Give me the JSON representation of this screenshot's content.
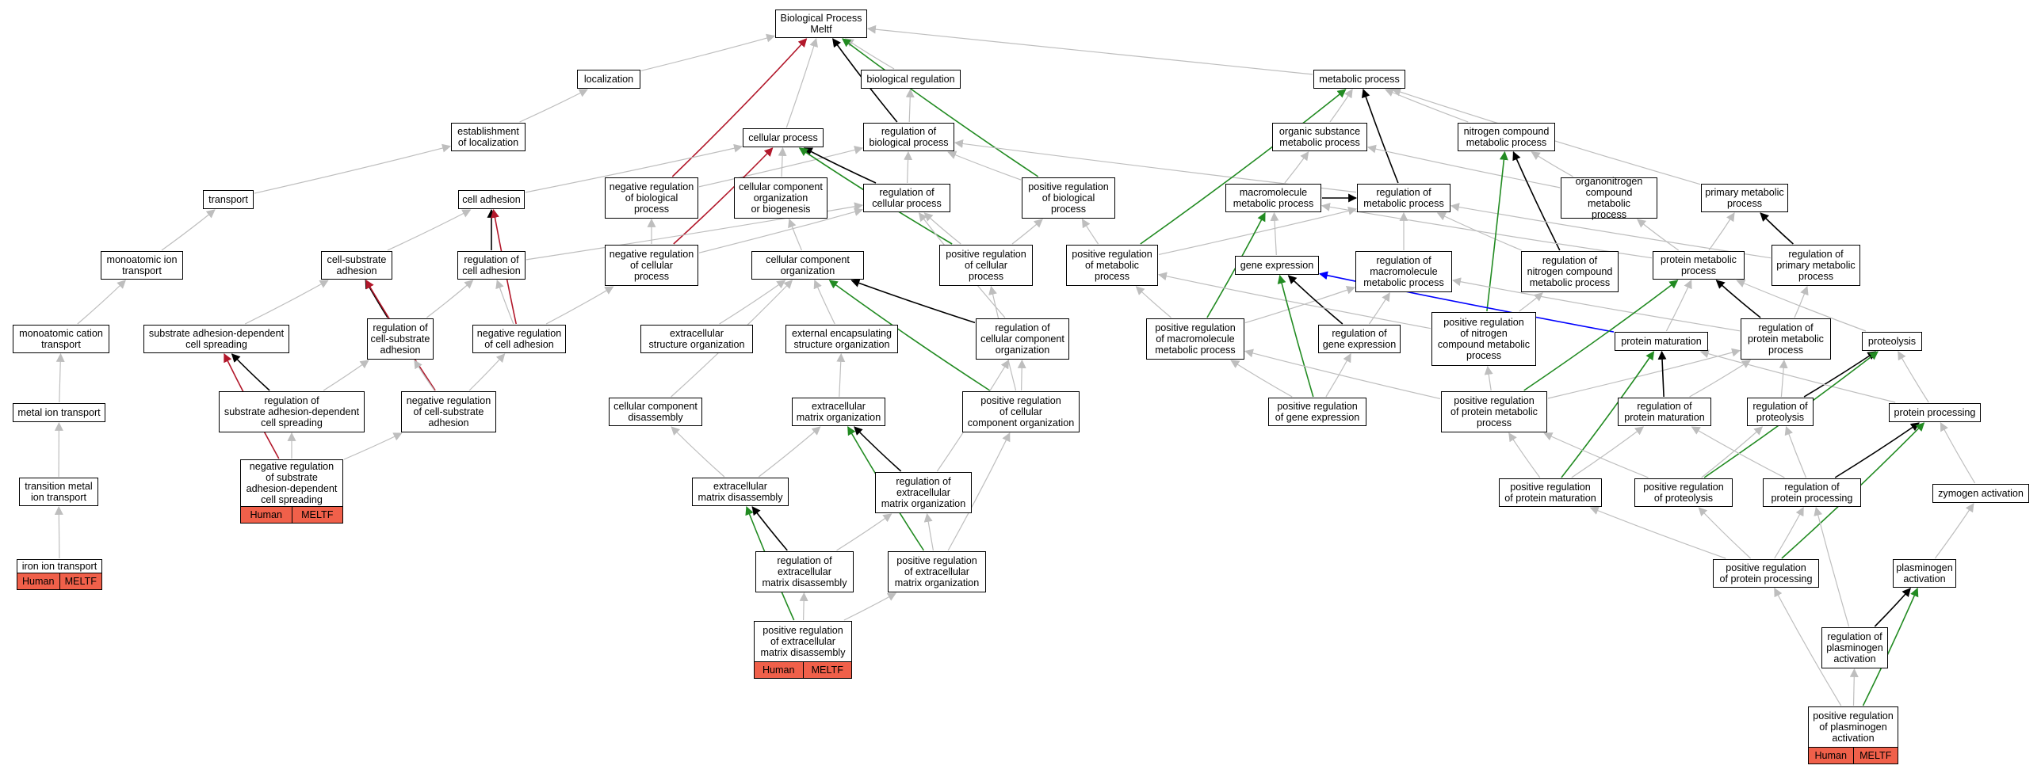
{
  "palette": {
    "gray": "#bebebe",
    "black": "#000000",
    "red": "#b2182b",
    "green": "#228b22",
    "blue": "#0000ff",
    "tag_fill": "#f0604a"
  },
  "nodes": [
    {
      "id": "bp",
      "label": "Biological Process\nMeltf"
    },
    {
      "id": "loc",
      "label": "localization"
    },
    {
      "id": "bioreg",
      "label": "biological regulation"
    },
    {
      "id": "metab",
      "label": "metabolic process"
    },
    {
      "id": "estloc",
      "label": "establishment\nof localization"
    },
    {
      "id": "cellproc",
      "label": "cellular process"
    },
    {
      "id": "regbio",
      "label": "regulation of\nbiological process"
    },
    {
      "id": "orgsub",
      "label": "organic substance\nmetabolic process"
    },
    {
      "id": "nitro",
      "label": "nitrogen compound\nmetabolic process"
    },
    {
      "id": "transport",
      "label": "transport"
    },
    {
      "id": "celladh",
      "label": "cell adhesion"
    },
    {
      "id": "negregbio",
      "label": "negative regulation\nof biological\nprocess"
    },
    {
      "id": "ccob",
      "label": "cellular component\norganization\nor biogenesis"
    },
    {
      "id": "regcell",
      "label": "regulation of\ncellular process"
    },
    {
      "id": "posregbio",
      "label": "positive regulation\nof biological\nprocess"
    },
    {
      "id": "macro",
      "label": "macromolecule\nmetabolic process"
    },
    {
      "id": "regmetab",
      "label": "regulation of\nmetabolic process"
    },
    {
      "id": "organo",
      "label": "organonitrogen\ncompound metabolic\nprocess"
    },
    {
      "id": "primary",
      "label": "primary metabolic\nprocess"
    },
    {
      "id": "monoion",
      "label": "monoatomic ion\ntransport"
    },
    {
      "id": "csadh",
      "label": "cell-substrate\nadhesion"
    },
    {
      "id": "regcelladh",
      "label": "regulation of\ncell adhesion"
    },
    {
      "id": "negregcell",
      "label": "negative regulation\nof cellular\nprocess"
    },
    {
      "id": "ccorg",
      "label": "cellular component\norganization"
    },
    {
      "id": "posregcell",
      "label": "positive regulation\nof cellular\nprocess"
    },
    {
      "id": "posregmetab",
      "label": "positive regulation\nof metabolic\nprocess"
    },
    {
      "id": "geneexp",
      "label": "gene expression"
    },
    {
      "id": "regmacro",
      "label": "regulation of\nmacromolecule\nmetabolic process"
    },
    {
      "id": "regnitro",
      "label": "regulation of\nnitrogen compound\nmetabolic process"
    },
    {
      "id": "protmetab",
      "label": "protein metabolic\nprocess"
    },
    {
      "id": "regprimary",
      "label": "regulation of\nprimary metabolic\nprocess"
    },
    {
      "id": "monocation",
      "label": "monoatomic cation\ntransport"
    },
    {
      "id": "sadcs",
      "label": "substrate adhesion-dependent\ncell spreading"
    },
    {
      "id": "regcsadh",
      "label": "regulation of\ncell-substrate\nadhesion"
    },
    {
      "id": "negregcelladh",
      "label": "negative regulation\nof cell adhesion"
    },
    {
      "id": "extstruct",
      "label": "extracellular\nstructure organization"
    },
    {
      "id": "extencap",
      "label": "external encapsulating\nstructure organization"
    },
    {
      "id": "regccorg",
      "label": "regulation of\ncellular component\norganization"
    },
    {
      "id": "posregmacro",
      "label": "positive regulation\nof macromolecule\nmetabolic process"
    },
    {
      "id": "reggeneexp",
      "label": "regulation of\ngene expression"
    },
    {
      "id": "posregnitro",
      "label": "positive regulation\nof nitrogen\ncompound metabolic\nprocess"
    },
    {
      "id": "protmat",
      "label": "protein maturation"
    },
    {
      "id": "regprotmetab",
      "label": "regulation of\nprotein metabolic\nprocess"
    },
    {
      "id": "proteolysis",
      "label": "proteolysis"
    },
    {
      "id": "metalion",
      "label": "metal ion transport"
    },
    {
      "id": "regsadcs",
      "label": "regulation of\nsubstrate adhesion-dependent\ncell spreading"
    },
    {
      "id": "negregcsadh",
      "label": "negative regulation\nof cell-substrate\nadhesion"
    },
    {
      "id": "ccdis",
      "label": "cellular component\ndisassembly"
    },
    {
      "id": "ecmorg",
      "label": "extracellular\nmatrix organization"
    },
    {
      "id": "posregccorg",
      "label": "positive regulation\nof cellular\ncomponent organization"
    },
    {
      "id": "posreggeneexp",
      "label": "positive regulation\nof gene expression"
    },
    {
      "id": "posregprotmetab",
      "label": "positive regulation\nof protein metabolic\nprocess"
    },
    {
      "id": "regprotmat",
      "label": "regulation of\nprotein maturation"
    },
    {
      "id": "regproteolysis",
      "label": "regulation of\nproteolysis"
    },
    {
      "id": "protproc",
      "label": "protein processing"
    },
    {
      "id": "transmetal",
      "label": "transition metal\nion transport"
    },
    {
      "id": "negregsadcs",
      "label": "negative regulation\nof substrate\nadhesion-dependent\ncell spreading"
    },
    {
      "id": "ecmdis",
      "label": "extracellular\nmatrix disassembly"
    },
    {
      "id": "regecm",
      "label": "regulation of\nextracellular\nmatrix organization"
    },
    {
      "id": "posregprotmat",
      "label": "positive regulation\nof protein maturation"
    },
    {
      "id": "posregproteolysis",
      "label": "positive regulation\nof proteolysis"
    },
    {
      "id": "regprotproc",
      "label": "regulation of\nprotein processing"
    },
    {
      "id": "zymogen",
      "label": "zymogen activation"
    },
    {
      "id": "ironion",
      "label": "iron ion transport"
    },
    {
      "id": "regecmdis",
      "label": "regulation of\nextracellular\nmatrix disassembly"
    },
    {
      "id": "posregecm",
      "label": "positive regulation\nof extracellular\nmatrix organization"
    },
    {
      "id": "posregprotproc",
      "label": "positive regulation\nof protein processing"
    },
    {
      "id": "plasminogen",
      "label": "plasminogen\nactivation"
    },
    {
      "id": "posregecmdis",
      "label": "positive regulation\nof extracellular\nmatrix disassembly"
    },
    {
      "id": "regplasm",
      "label": "regulation of\nplasminogen\nactivation"
    },
    {
      "id": "posregplasm",
      "label": "positive regulation\nof plasminogen\nactivation"
    }
  ],
  "annotations": [
    {
      "node": "ironion",
      "cells": [
        "Human",
        "MELTF"
      ]
    },
    {
      "node": "negregsadcs",
      "cells": [
        "Human",
        "MELTF"
      ]
    },
    {
      "node": "posregecmdis",
      "cells": [
        "Human",
        "MELTF"
      ]
    },
    {
      "node": "posregplasm",
      "cells": [
        "Human",
        "MELTF"
      ]
    }
  ],
  "edges": [
    [
      "loc",
      "bp",
      "gray"
    ],
    [
      "cellproc",
      "bp",
      "gray"
    ],
    [
      "bioreg",
      "bp",
      "gray"
    ],
    [
      "negregbio",
      "bp",
      "red"
    ],
    [
      "regbio",
      "bp",
      "black"
    ],
    [
      "posregbio",
      "bp",
      "green"
    ],
    [
      "metab",
      "bp",
      "gray"
    ],
    [
      "estloc",
      "loc",
      "gray"
    ],
    [
      "regbio",
      "bioreg",
      "gray"
    ],
    [
      "negregbio",
      "regbio",
      "gray"
    ],
    [
      "posregbio",
      "regbio",
      "gray"
    ],
    [
      "regcell",
      "regbio",
      "gray"
    ],
    [
      "regmetab",
      "regbio",
      "gray"
    ],
    [
      "transport",
      "estloc",
      "gray"
    ],
    [
      "celladh",
      "cellproc",
      "gray"
    ],
    [
      "ccob",
      "cellproc",
      "gray"
    ],
    [
      "negregcell",
      "cellproc",
      "red"
    ],
    [
      "regcell",
      "cellproc",
      "black"
    ],
    [
      "posregcell",
      "cellproc",
      "green"
    ],
    [
      "monoion",
      "transport",
      "gray"
    ],
    [
      "csadh",
      "celladh",
      "gray"
    ],
    [
      "regcelladh",
      "celladh",
      "black"
    ],
    [
      "negregcelladh",
      "celladh",
      "red"
    ],
    [
      "negregcell",
      "negregbio",
      "gray"
    ],
    [
      "negregcell",
      "regcell",
      "gray"
    ],
    [
      "posregcell",
      "posregbio",
      "gray"
    ],
    [
      "posregcell",
      "regcell",
      "gray"
    ],
    [
      "regcelladh",
      "regcell",
      "gray"
    ],
    [
      "ccorg",
      "ccob",
      "gray"
    ],
    [
      "posregmetab",
      "posregbio",
      "gray"
    ],
    [
      "posregmetab",
      "regmetab",
      "gray"
    ],
    [
      "posregmetab",
      "metab",
      "green"
    ],
    [
      "orgsub",
      "metab",
      "gray"
    ],
    [
      "nitro",
      "metab",
      "gray"
    ],
    [
      "regmetab",
      "metab",
      "black"
    ],
    [
      "primary",
      "metab",
      "gray"
    ],
    [
      "macro",
      "orgsub",
      "gray"
    ],
    [
      "organo",
      "orgsub",
      "gray"
    ],
    [
      "organo",
      "nitro",
      "gray"
    ],
    [
      "monocation",
      "monoion",
      "gray"
    ],
    [
      "metalion",
      "monocation",
      "gray"
    ],
    [
      "transmetal",
      "metalion",
      "gray"
    ],
    [
      "ironion",
      "transmetal",
      "gray"
    ],
    [
      "sadcs",
      "csadh",
      "gray"
    ],
    [
      "regcsadh",
      "csadh",
      "black"
    ],
    [
      "regcsadh",
      "regcelladh",
      "gray"
    ],
    [
      "negregcsadh",
      "csadh",
      "red"
    ],
    [
      "negregcsadh",
      "regcsadh",
      "gray"
    ],
    [
      "negregcsadh",
      "negregcelladh",
      "gray"
    ],
    [
      "negregcelladh",
      "regcelladh",
      "gray"
    ],
    [
      "negregcelladh",
      "negregcell",
      "gray"
    ],
    [
      "regsadcs",
      "sadcs",
      "black"
    ],
    [
      "regsadcs",
      "regcsadh",
      "gray"
    ],
    [
      "negregsadcs",
      "regsadcs",
      "gray"
    ],
    [
      "negregsadcs",
      "sadcs",
      "red"
    ],
    [
      "negregsadcs",
      "negregcsadh",
      "gray"
    ],
    [
      "extstruct",
      "ccorg",
      "gray"
    ],
    [
      "extencap",
      "ccorg",
      "gray"
    ],
    [
      "regccorg",
      "ccorg",
      "black"
    ],
    [
      "posregccorg",
      "ccorg",
      "green"
    ],
    [
      "posregccorg",
      "regccorg",
      "gray"
    ],
    [
      "posregccorg",
      "posregcell",
      "gray"
    ],
    [
      "regccorg",
      "regcell",
      "gray"
    ],
    [
      "ccdis",
      "ccorg",
      "gray"
    ],
    [
      "ecmorg",
      "extencap",
      "gray"
    ],
    [
      "ecmdis",
      "ecmorg",
      "gray"
    ],
    [
      "ecmdis",
      "ccdis",
      "gray"
    ],
    [
      "regecm",
      "ecmorg",
      "black"
    ],
    [
      "regecm",
      "regccorg",
      "gray"
    ],
    [
      "posregecm",
      "ecmorg",
      "green"
    ],
    [
      "posregecm",
      "regecm",
      "gray"
    ],
    [
      "posregecm",
      "posregccorg",
      "gray"
    ],
    [
      "regecmdis",
      "ecmdis",
      "black"
    ],
    [
      "regecmdis",
      "regecm",
      "gray"
    ],
    [
      "posregecmdis",
      "ecmdis",
      "green"
    ],
    [
      "posregecmdis",
      "regecmdis",
      "gray"
    ],
    [
      "posregecmdis",
      "posregecm",
      "gray"
    ],
    [
      "macro",
      "regmetab",
      "black"
    ],
    [
      "geneexp",
      "macro",
      "gray"
    ],
    [
      "regmacro",
      "regmetab",
      "gray"
    ],
    [
      "regnitro",
      "regmetab",
      "gray"
    ],
    [
      "regnitro",
      "nitro",
      "black"
    ],
    [
      "regprimary",
      "regmetab",
      "gray"
    ],
    [
      "regprimary",
      "primary",
      "black"
    ],
    [
      "protmetab",
      "primary",
      "gray"
    ],
    [
      "protmetab",
      "organo",
      "gray"
    ],
    [
      "protmetab",
      "macro",
      "gray"
    ],
    [
      "posregmacro",
      "macro",
      "green"
    ],
    [
      "posregmacro",
      "regmacro",
      "gray"
    ],
    [
      "posregmacro",
      "posregmetab",
      "gray"
    ],
    [
      "reggeneexp",
      "geneexp",
      "black"
    ],
    [
      "reggeneexp",
      "regmacro",
      "gray"
    ],
    [
      "posregnitro",
      "nitro",
      "green"
    ],
    [
      "posregnitro",
      "regnitro",
      "gray"
    ],
    [
      "posregnitro",
      "posregmetab",
      "gray"
    ],
    [
      "protmat",
      "geneexp",
      "blue"
    ],
    [
      "protmat",
      "protmetab",
      "gray"
    ],
    [
      "regprotmetab",
      "protmetab",
      "black"
    ],
    [
      "regprotmetab",
      "regprimary",
      "gray"
    ],
    [
      "regprotmetab",
      "regmacro",
      "gray"
    ],
    [
      "proteolysis",
      "protmetab",
      "gray"
    ],
    [
      "posreggeneexp",
      "geneexp",
      "green"
    ],
    [
      "posreggeneexp",
      "reggeneexp",
      "gray"
    ],
    [
      "posreggeneexp",
      "posregmacro",
      "gray"
    ],
    [
      "posregprotmetab",
      "protmetab",
      "green"
    ],
    [
      "posregprotmetab",
      "regprotmetab",
      "gray"
    ],
    [
      "posregprotmetab",
      "posregmacro",
      "gray"
    ],
    [
      "posregprotmetab",
      "posregnitro",
      "gray"
    ],
    [
      "regprotmat",
      "protmat",
      "black"
    ],
    [
      "regprotmat",
      "regprotmetab",
      "gray"
    ],
    [
      "regproteolysis",
      "proteolysis",
      "black"
    ],
    [
      "regproteolysis",
      "regprotmetab",
      "gray"
    ],
    [
      "protproc",
      "protmat",
      "gray"
    ],
    [
      "protproc",
      "proteolysis",
      "gray"
    ],
    [
      "posregprotmat",
      "protmat",
      "green"
    ],
    [
      "posregprotmat",
      "regprotmat",
      "gray"
    ],
    [
      "posregprotmat",
      "posregprotmetab",
      "gray"
    ],
    [
      "posregproteolysis",
      "proteolysis",
      "green"
    ],
    [
      "posregproteolysis",
      "regproteolysis",
      "gray"
    ],
    [
      "posregproteolysis",
      "posregprotmetab",
      "gray"
    ],
    [
      "regprotproc",
      "protproc",
      "black"
    ],
    [
      "regprotproc",
      "regprotmat",
      "gray"
    ],
    [
      "regprotproc",
      "regproteolysis",
      "gray"
    ],
    [
      "zymogen",
      "protproc",
      "gray"
    ],
    [
      "posregprotproc",
      "protproc",
      "green"
    ],
    [
      "posregprotproc",
      "regprotproc",
      "gray"
    ],
    [
      "posregprotproc",
      "posregprotmat",
      "gray"
    ],
    [
      "posregprotproc",
      "posregproteolysis",
      "gray"
    ],
    [
      "plasminogen",
      "zymogen",
      "gray"
    ],
    [
      "regplasm",
      "plasminogen",
      "black"
    ],
    [
      "regplasm",
      "regprotproc",
      "gray"
    ],
    [
      "posregplasm",
      "plasminogen",
      "green"
    ],
    [
      "posregplasm",
      "regplasm",
      "gray"
    ],
    [
      "posregplasm",
      "posregprotproc",
      "gray"
    ]
  ]
}
